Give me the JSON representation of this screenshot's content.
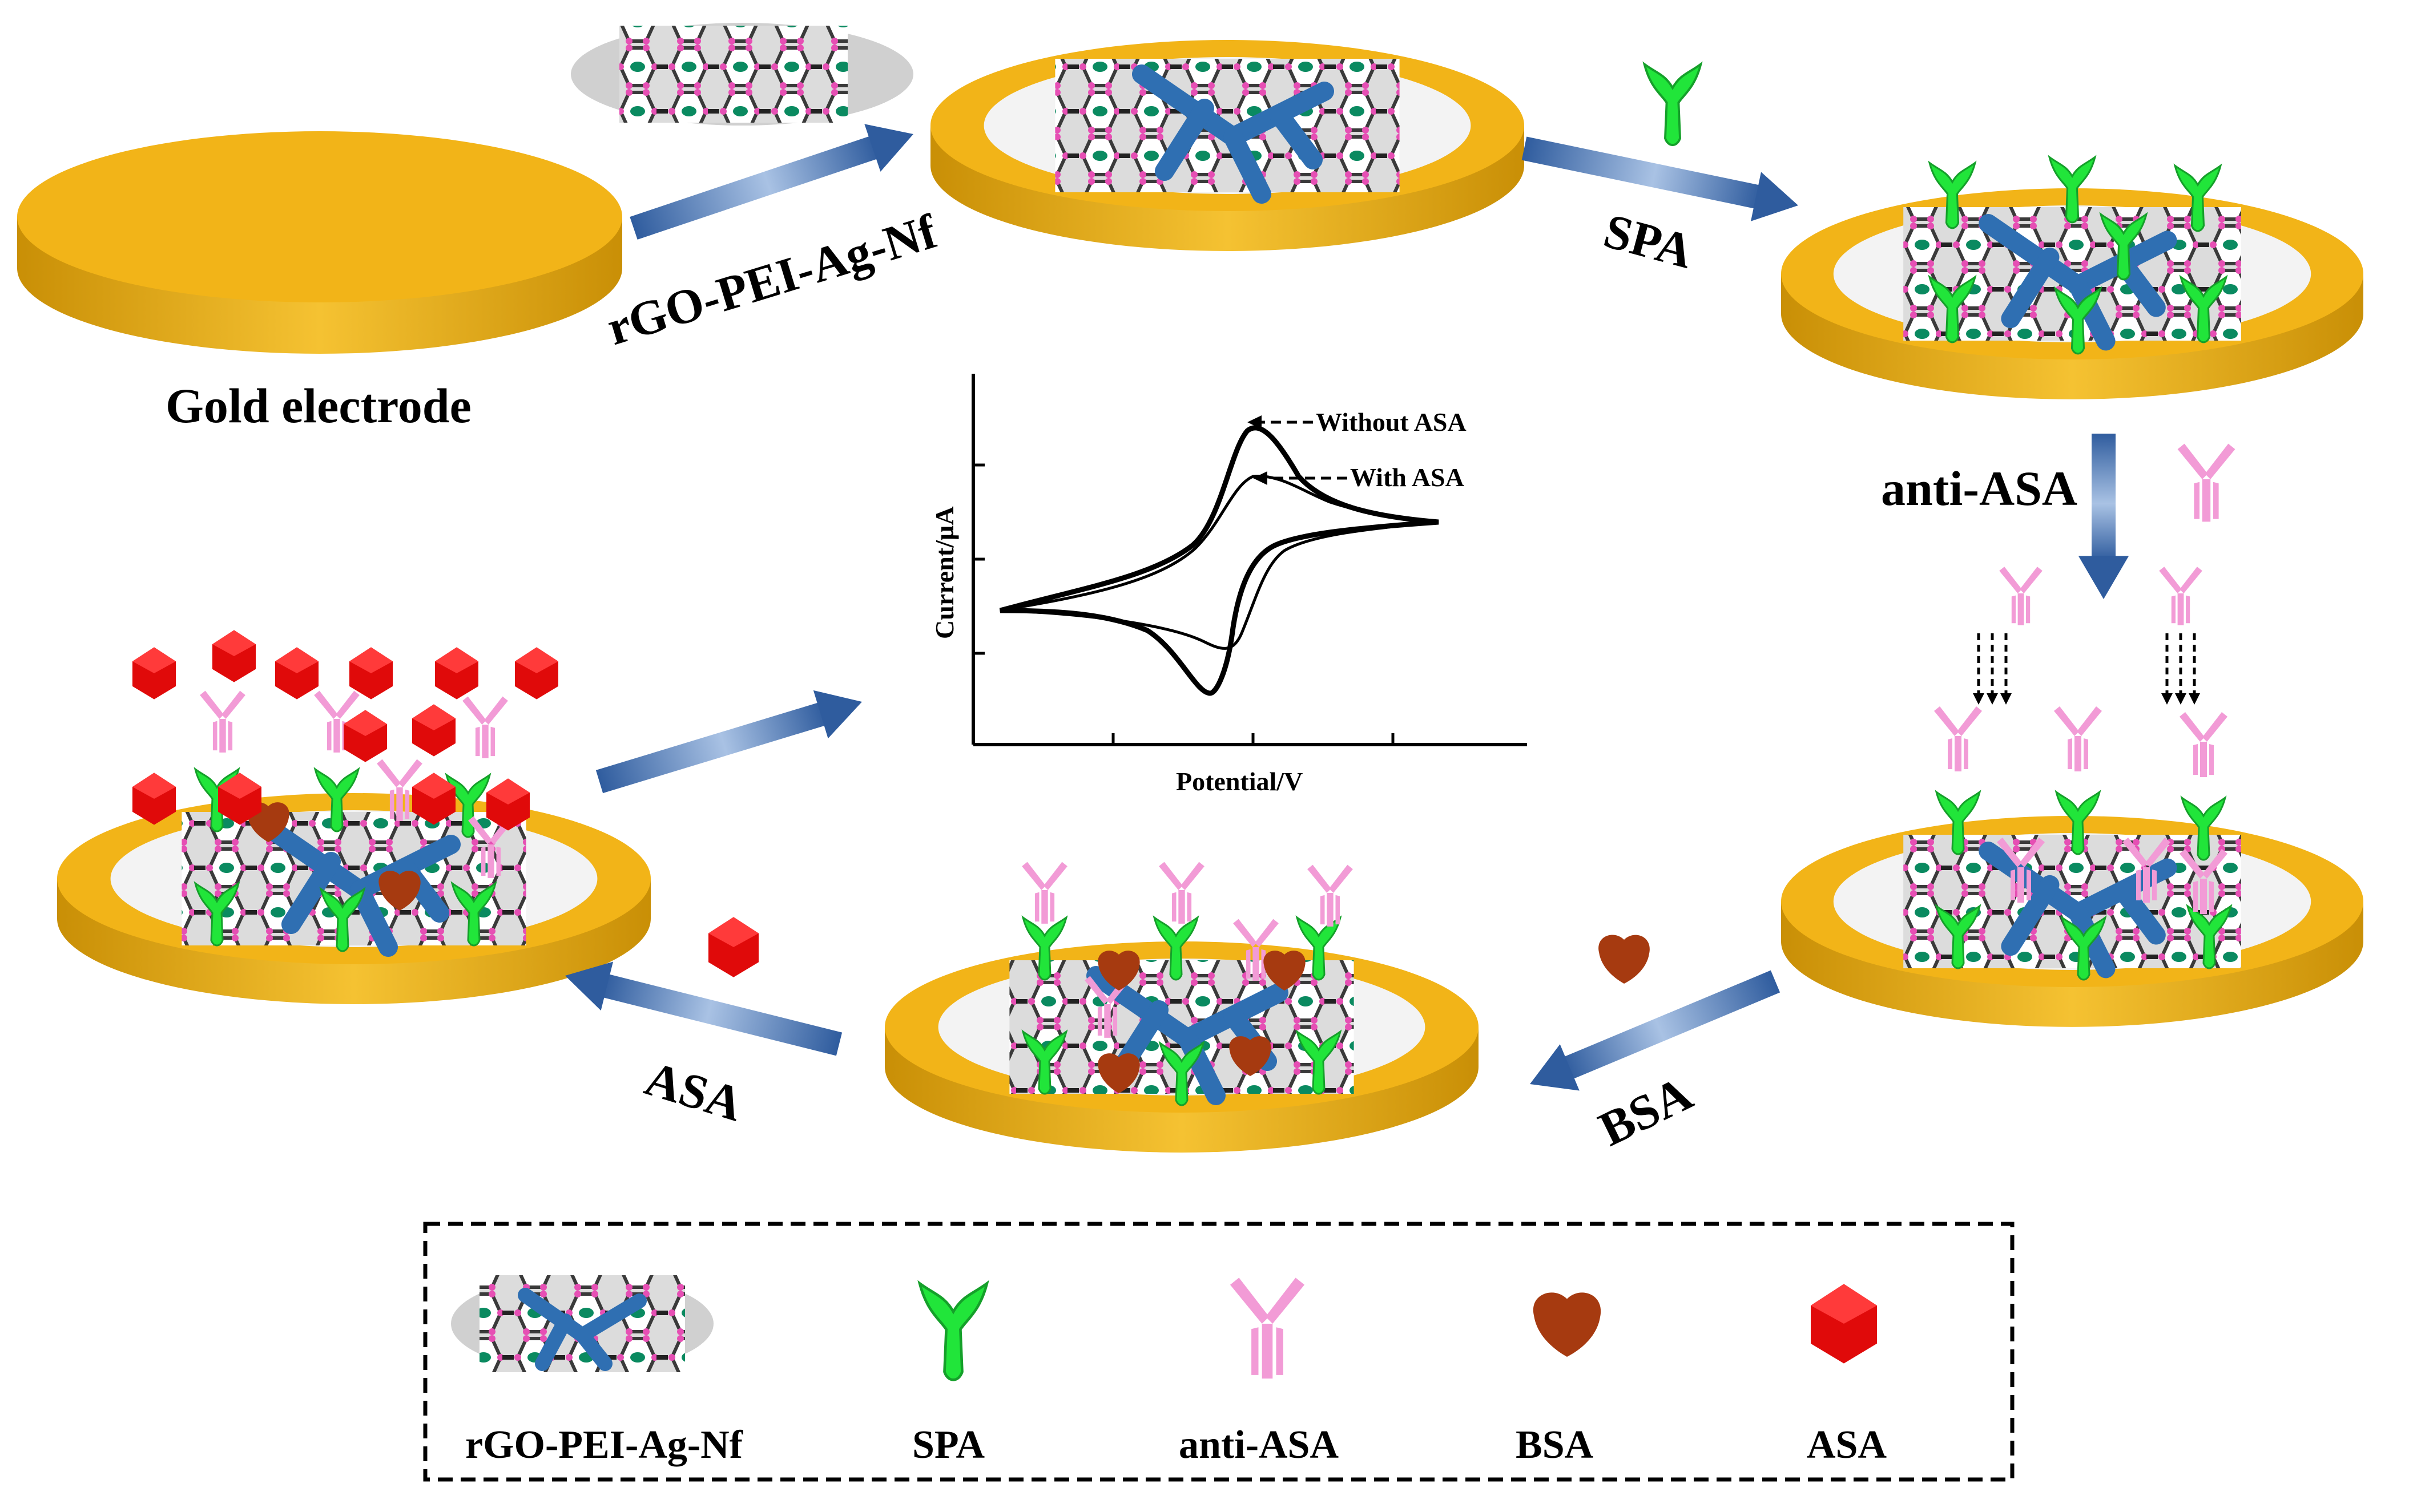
{
  "labels": {
    "gold_electrode": "Gold electrode",
    "step1": "rGO-PEI-Ag-Nf",
    "step2": "SPA",
    "step3": "anti-ASA",
    "step4": "BSA",
    "step5": "ASA"
  },
  "cv_inset": {
    "xlabel": "Potential/V",
    "ylabel": "Current/µA",
    "curves": [
      "Without ASA",
      "With ASA"
    ]
  },
  "legend": {
    "items": [
      "rGO-PEI-Ag-Nf",
      "SPA",
      "anti-ASA",
      "BSA",
      "ASA"
    ]
  },
  "colors": {
    "gold": "#f2b418",
    "gold_dark": "#c98f06",
    "graphene_node": "#e64fb4",
    "graphene_hole": "#0a8a60",
    "pei": "#2f6fb2",
    "spa": "#21e53a",
    "antibody": "#f29bd6",
    "bsa": "#a63a10",
    "asa": "#e00a0a",
    "arrow": "#2f5c9e"
  }
}
